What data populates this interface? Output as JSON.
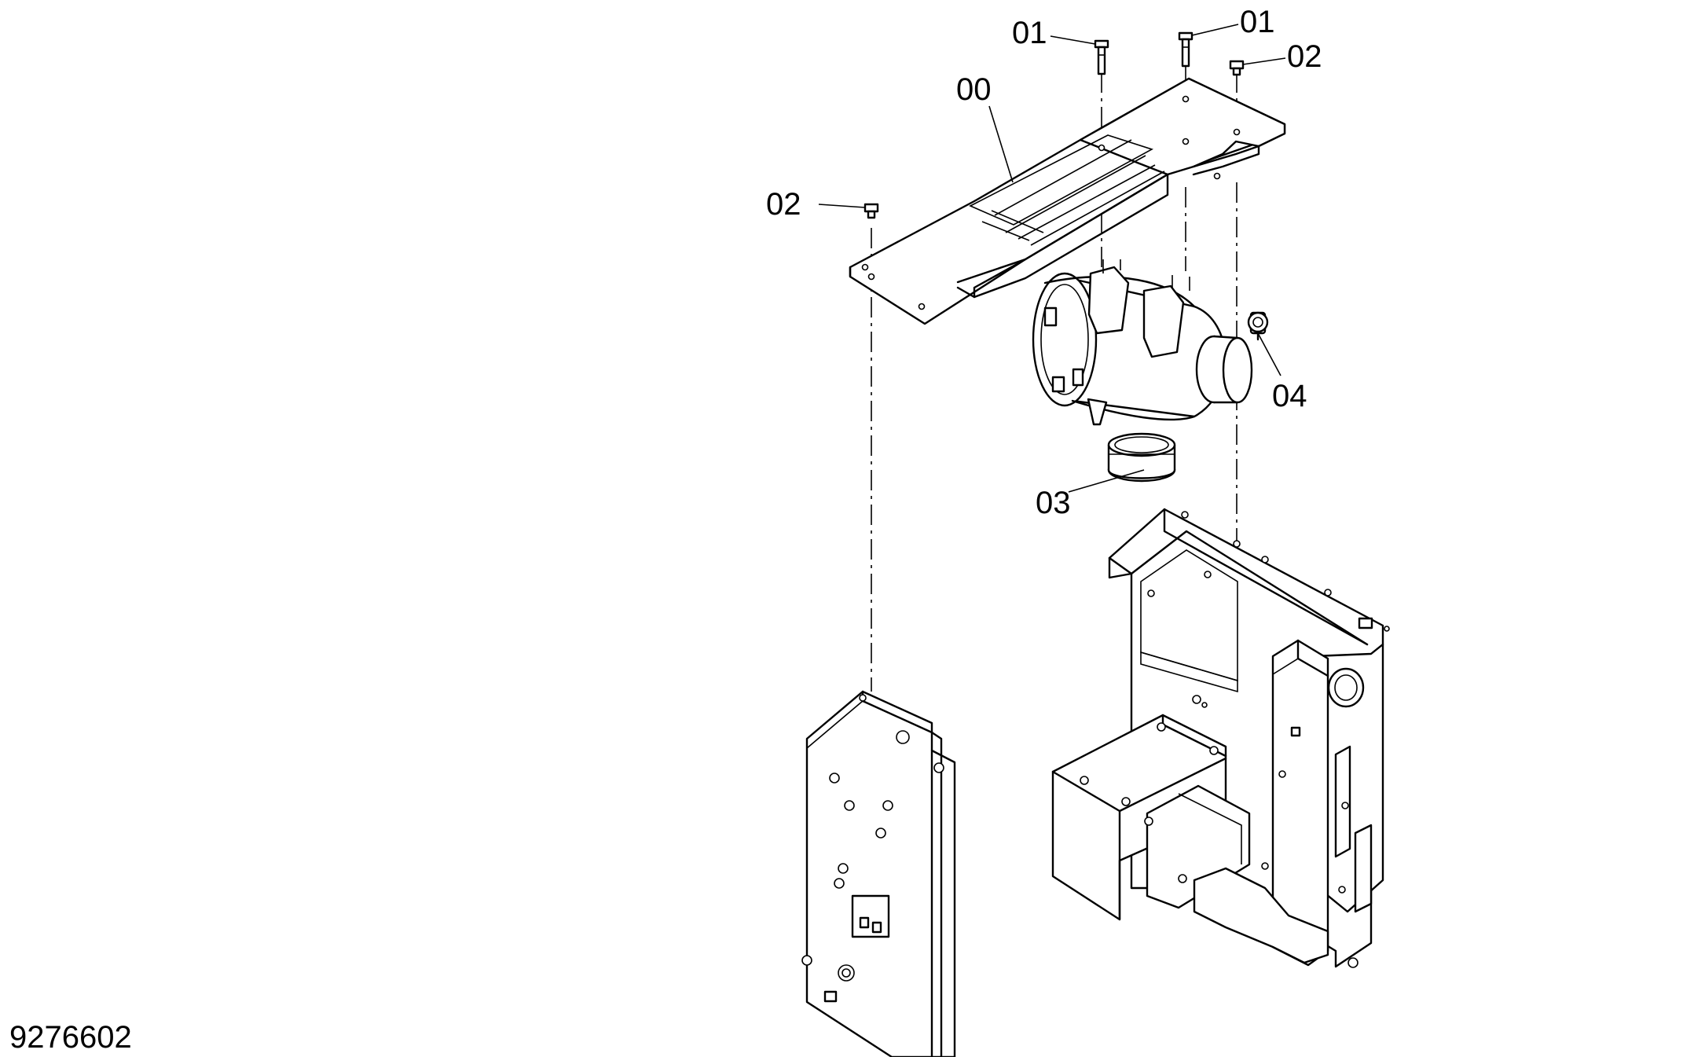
{
  "drawing": {
    "id": "9276602",
    "callouts": {
      "bolt_left": "01",
      "bolt_right": "01",
      "screw_right": "02",
      "screw_left": "02",
      "bracket": "00",
      "sensor": "04",
      "clamp_ring": "03"
    }
  }
}
